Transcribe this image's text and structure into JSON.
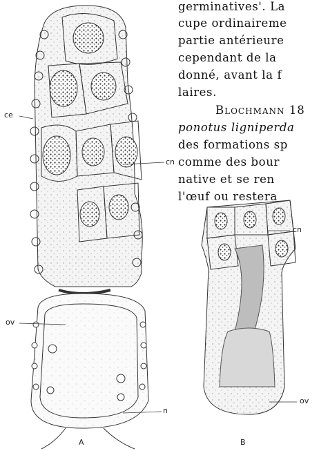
{
  "figure": {
    "panel_a": {
      "caption": "A",
      "labels": {
        "ce": "ce",
        "cn": "cn",
        "ov": "ov",
        "n": "n"
      }
    },
    "panel_b": {
      "caption": "B",
      "labels": {
        "cn": "cn",
        "ov": "ov"
      }
    }
  },
  "text": {
    "line1": "germinatives'. La",
    "line2": "cupe ordinaireme",
    "line3": "partie antérieure",
    "line4": "cependant de la",
    "line5": "donné, avant la f",
    "line6": "laires.",
    "line7_author": "Blochmann 18",
    "line8_species": "ponotus ligniperda",
    "line9": "des formations sp",
    "line10": "comme des bour",
    "line11": "native et se ren",
    "line12": "l'œuf ou restera"
  }
}
